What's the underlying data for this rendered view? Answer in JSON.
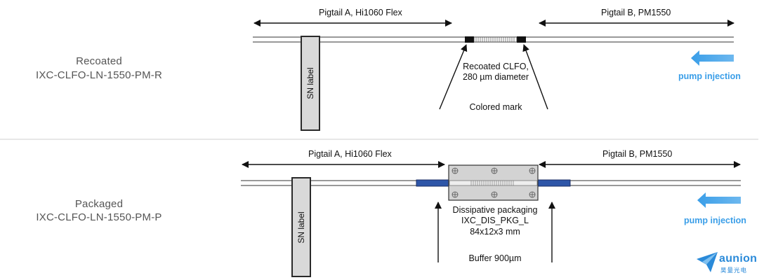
{
  "top": {
    "variant_name": "Recoated",
    "variant_code": "IXC-CLFO-LN-1550-PM-R",
    "pigtail_a": "Pigtail A, Hi1060 Flex",
    "pigtail_b": "Pigtail B, PM1550",
    "sn_label": "SN label",
    "center_note_line1": "Recoated CLFO,",
    "center_note_line2": "280 µm diameter",
    "mark_note": "Colored mark",
    "pump": "pump injection"
  },
  "bottom": {
    "variant_name": "Packaged",
    "variant_code": "IXC-CLFO-LN-1550-PM-P",
    "pigtail_a": "Pigtail A, Hi1060 Flex",
    "pigtail_b": "Pigtail B, PM1550",
    "sn_label": "SN label",
    "package_line1": "Dissipative packaging",
    "package_line2": "IXC_DIS_PKG_L",
    "package_line3": "84x12x3 mm",
    "buffer_note": "Buffer 900µm",
    "pump": "pump injection"
  },
  "logo": {
    "brand": "aunion",
    "sub": "昊量光电",
    "icon": "paper-plane-icon"
  },
  "colors": {
    "pump_blue": "#3a9ee8",
    "buffer_blue": "#2e56a8",
    "label_gray": "#d9d9d9",
    "package_gray": "#d3d3d3"
  }
}
